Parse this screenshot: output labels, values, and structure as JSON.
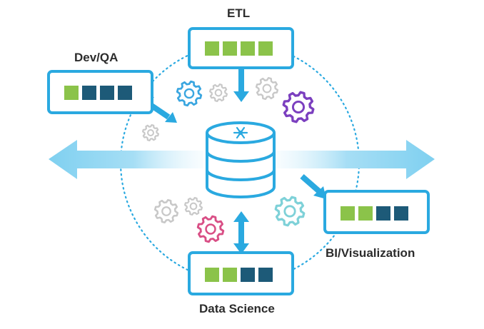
{
  "labels": {
    "etl": "ETL",
    "dev_qa": "Dev/QA",
    "bi_visualization": "BI/Visualization",
    "data_science": "Data Science"
  },
  "colors": {
    "box_border": "#2aa9e0",
    "light_blue": "#7fd0f0",
    "green": "#8bc34a",
    "navy": "#1d5a78",
    "gear_gray": "#c8c8c8",
    "gear_purple": "#7b3fbf",
    "gear_pink": "#d94f86",
    "gear_teal": "#7ed1d8",
    "gear_blue": "#3aa6e0",
    "text": "#2c2c2c"
  },
  "boxes": {
    "etl": [
      "green",
      "green",
      "green",
      "green"
    ],
    "dev_qa": [
      "green",
      "navy",
      "navy",
      "navy"
    ],
    "bi_visualization": [
      "green",
      "green",
      "navy",
      "navy"
    ],
    "data_science": [
      "green",
      "green",
      "navy",
      "navy"
    ]
  },
  "icons": {
    "central": "snowflake-database-icon",
    "gears": [
      "gear-icon",
      "gear-icon",
      "gear-icon",
      "gear-icon",
      "gear-icon",
      "gear-icon",
      "gear-icon",
      "gear-icon",
      "gear-icon",
      "gear-icon"
    ]
  }
}
